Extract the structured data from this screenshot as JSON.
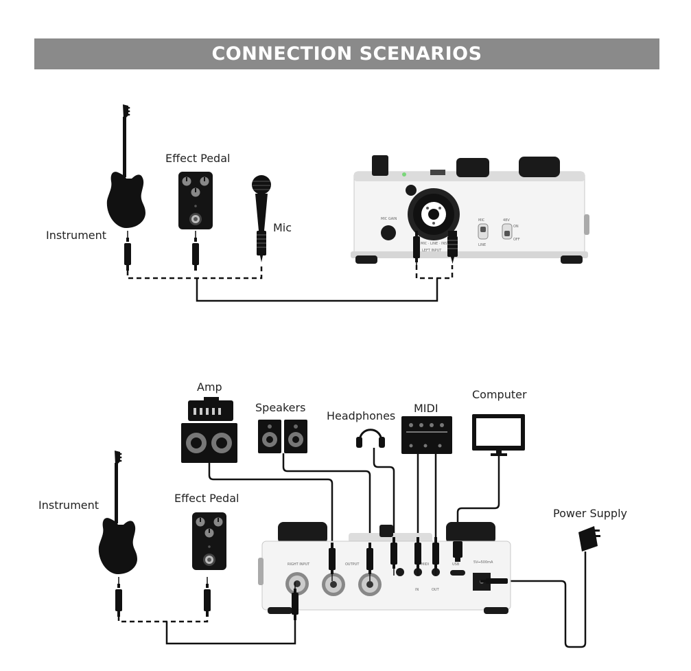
{
  "title": "CONNECTION SCENARIOS",
  "scenario1": {
    "labels": {
      "instrument": "Instrument",
      "effect_pedal": "Effect Pedal",
      "mic": "Mic"
    },
    "device_panel": {
      "mic_gain": "MIC GAIN",
      "mic_line_inst": "MIC · LINE · INST",
      "left_input": "LEFT INPUT",
      "mic": "MIC",
      "line": "LINE",
      "phantom": "48V",
      "on": "ON",
      "off": "OFF"
    }
  },
  "scenario2": {
    "labels": {
      "amp": "Amp",
      "speakers": "Speakers",
      "headphones": "Headphones",
      "midi": "MIDI",
      "computer": "Computer",
      "instrument": "Instrument",
      "effect_pedal": "Effect Pedal",
      "power_supply": "Power Supply"
    },
    "device_panel": {
      "right_input": "RIGHT INPUT",
      "output": "OUTPUT",
      "midi": "MIDI",
      "in": "IN",
      "out": "OUT",
      "usb": "USB",
      "power": "5V⎓500mA"
    }
  }
}
